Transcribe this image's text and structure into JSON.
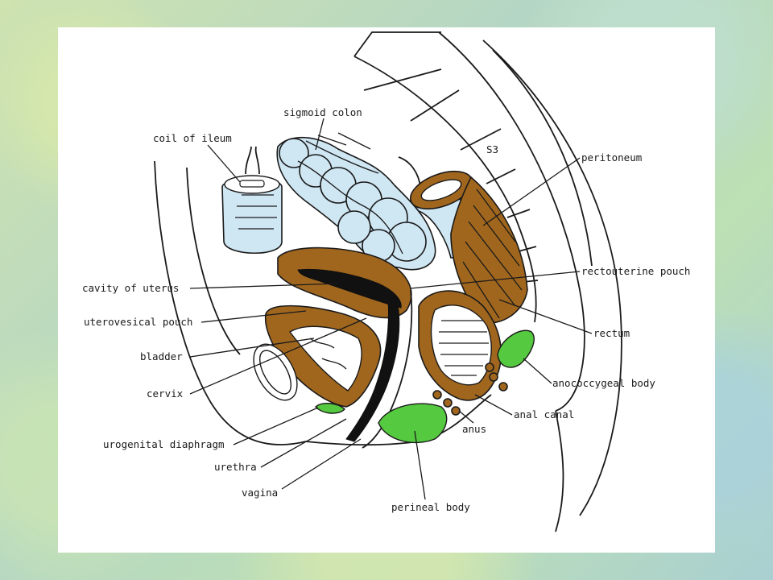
{
  "labels": {
    "sigmoid_colon": "sigmoid colon",
    "coil_of_ileum": "coil of ileum",
    "s3": "S3",
    "peritoneum": "peritoneum",
    "cavity_of_uterus": "cavity of uterus",
    "rectouterine_pouch": "rectouterine pouch",
    "uterovesical_pouch": "uterovesical pouch",
    "rectum": "rectum",
    "bladder": "bladder",
    "anococcygeal_body": "anococcygeal body",
    "cervix": "cervix",
    "anal_canal": "anal canal",
    "anus": "anus",
    "urogenital_diaphragm": "urogenital diaphragm",
    "urethra": "urethra",
    "vagina": "vagina",
    "perineal_body": "perineal body"
  },
  "colors": {
    "background_green": "#b9d7b4",
    "panel": "#ffffff",
    "bowel_blue": "#cfe6f3",
    "muscle_brown": "#a0661e",
    "body_green": "#55c93f",
    "line": "#1a1a1a"
  }
}
